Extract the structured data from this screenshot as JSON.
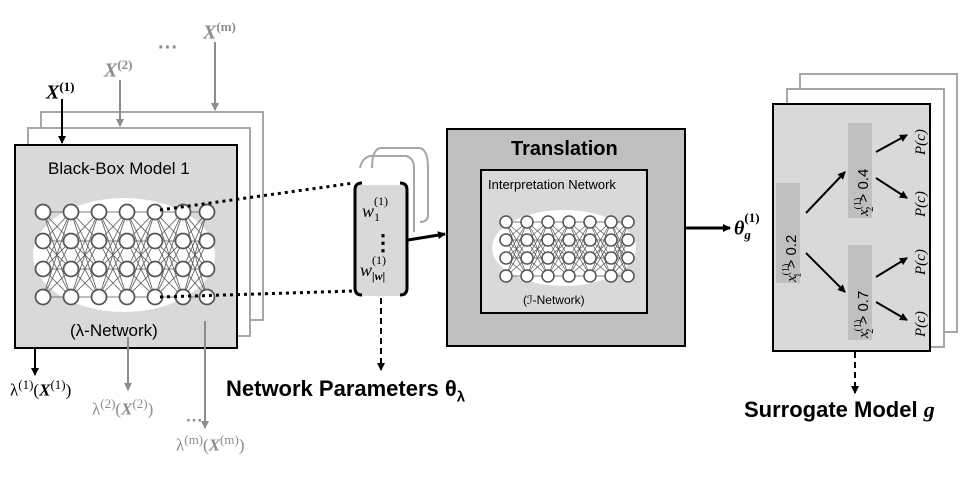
{
  "inputs": {
    "x1": {
      "base": "X",
      "sup": "(1)"
    },
    "x2": {
      "base": "X",
      "sup": "(2)"
    },
    "dots": "···",
    "xm": {
      "base": "X",
      "sup": "(m)"
    }
  },
  "black_box": {
    "title": "Black-Box Model 1",
    "subtitle": "(λ-Network)"
  },
  "outputs": {
    "o1": {
      "lam": "λ",
      "sup": "(1)",
      "open": "(",
      "base": "X",
      "close": ")"
    },
    "o2": {
      "lam": "λ",
      "sup": "(2)",
      "open": "(",
      "base": "X",
      "close": ")"
    },
    "dots": "···",
    "om": {
      "lam": "λ",
      "sup": "(m)",
      "open": "(",
      "base": "X",
      "close": ")"
    }
  },
  "parameters": {
    "w1": {
      "base": "w",
      "sub": "1",
      "sup": "(1)"
    },
    "dots": "⋮",
    "ww": {
      "base": "w",
      "sub": "|w|",
      "sup": "(1)"
    },
    "label": "Network Parameters θ",
    "label_sub": "λ"
  },
  "translation": {
    "title": "Translation",
    "inner_title": "Interpretation Network",
    "inner_subtitle": "(ℐ-Network)"
  },
  "theta_g": {
    "base": "θ",
    "sub": "g",
    "sup": "(1)"
  },
  "surrogate": {
    "root": {
      "var": "x",
      "sub": "1",
      "sup": "(1)",
      "cond": " > 0.2"
    },
    "upper": {
      "var": "x",
      "sub": "2",
      "sup": "(1)",
      "cond": " > 0.4"
    },
    "lower": {
      "var": "x",
      "sub": "2",
      "sup": "(1)",
      "cond": " > 0.7"
    },
    "leaf": "P(c)",
    "label": "Surrogate Model ",
    "label_var": "g"
  },
  "colors": {
    "box_fill": "#d9d9d9",
    "translation_fill": "#bfbfbf",
    "ghost_stroke": "#a6a6a6",
    "gray_text": "#8c8c8c",
    "node_box": "#bfbfbf"
  }
}
